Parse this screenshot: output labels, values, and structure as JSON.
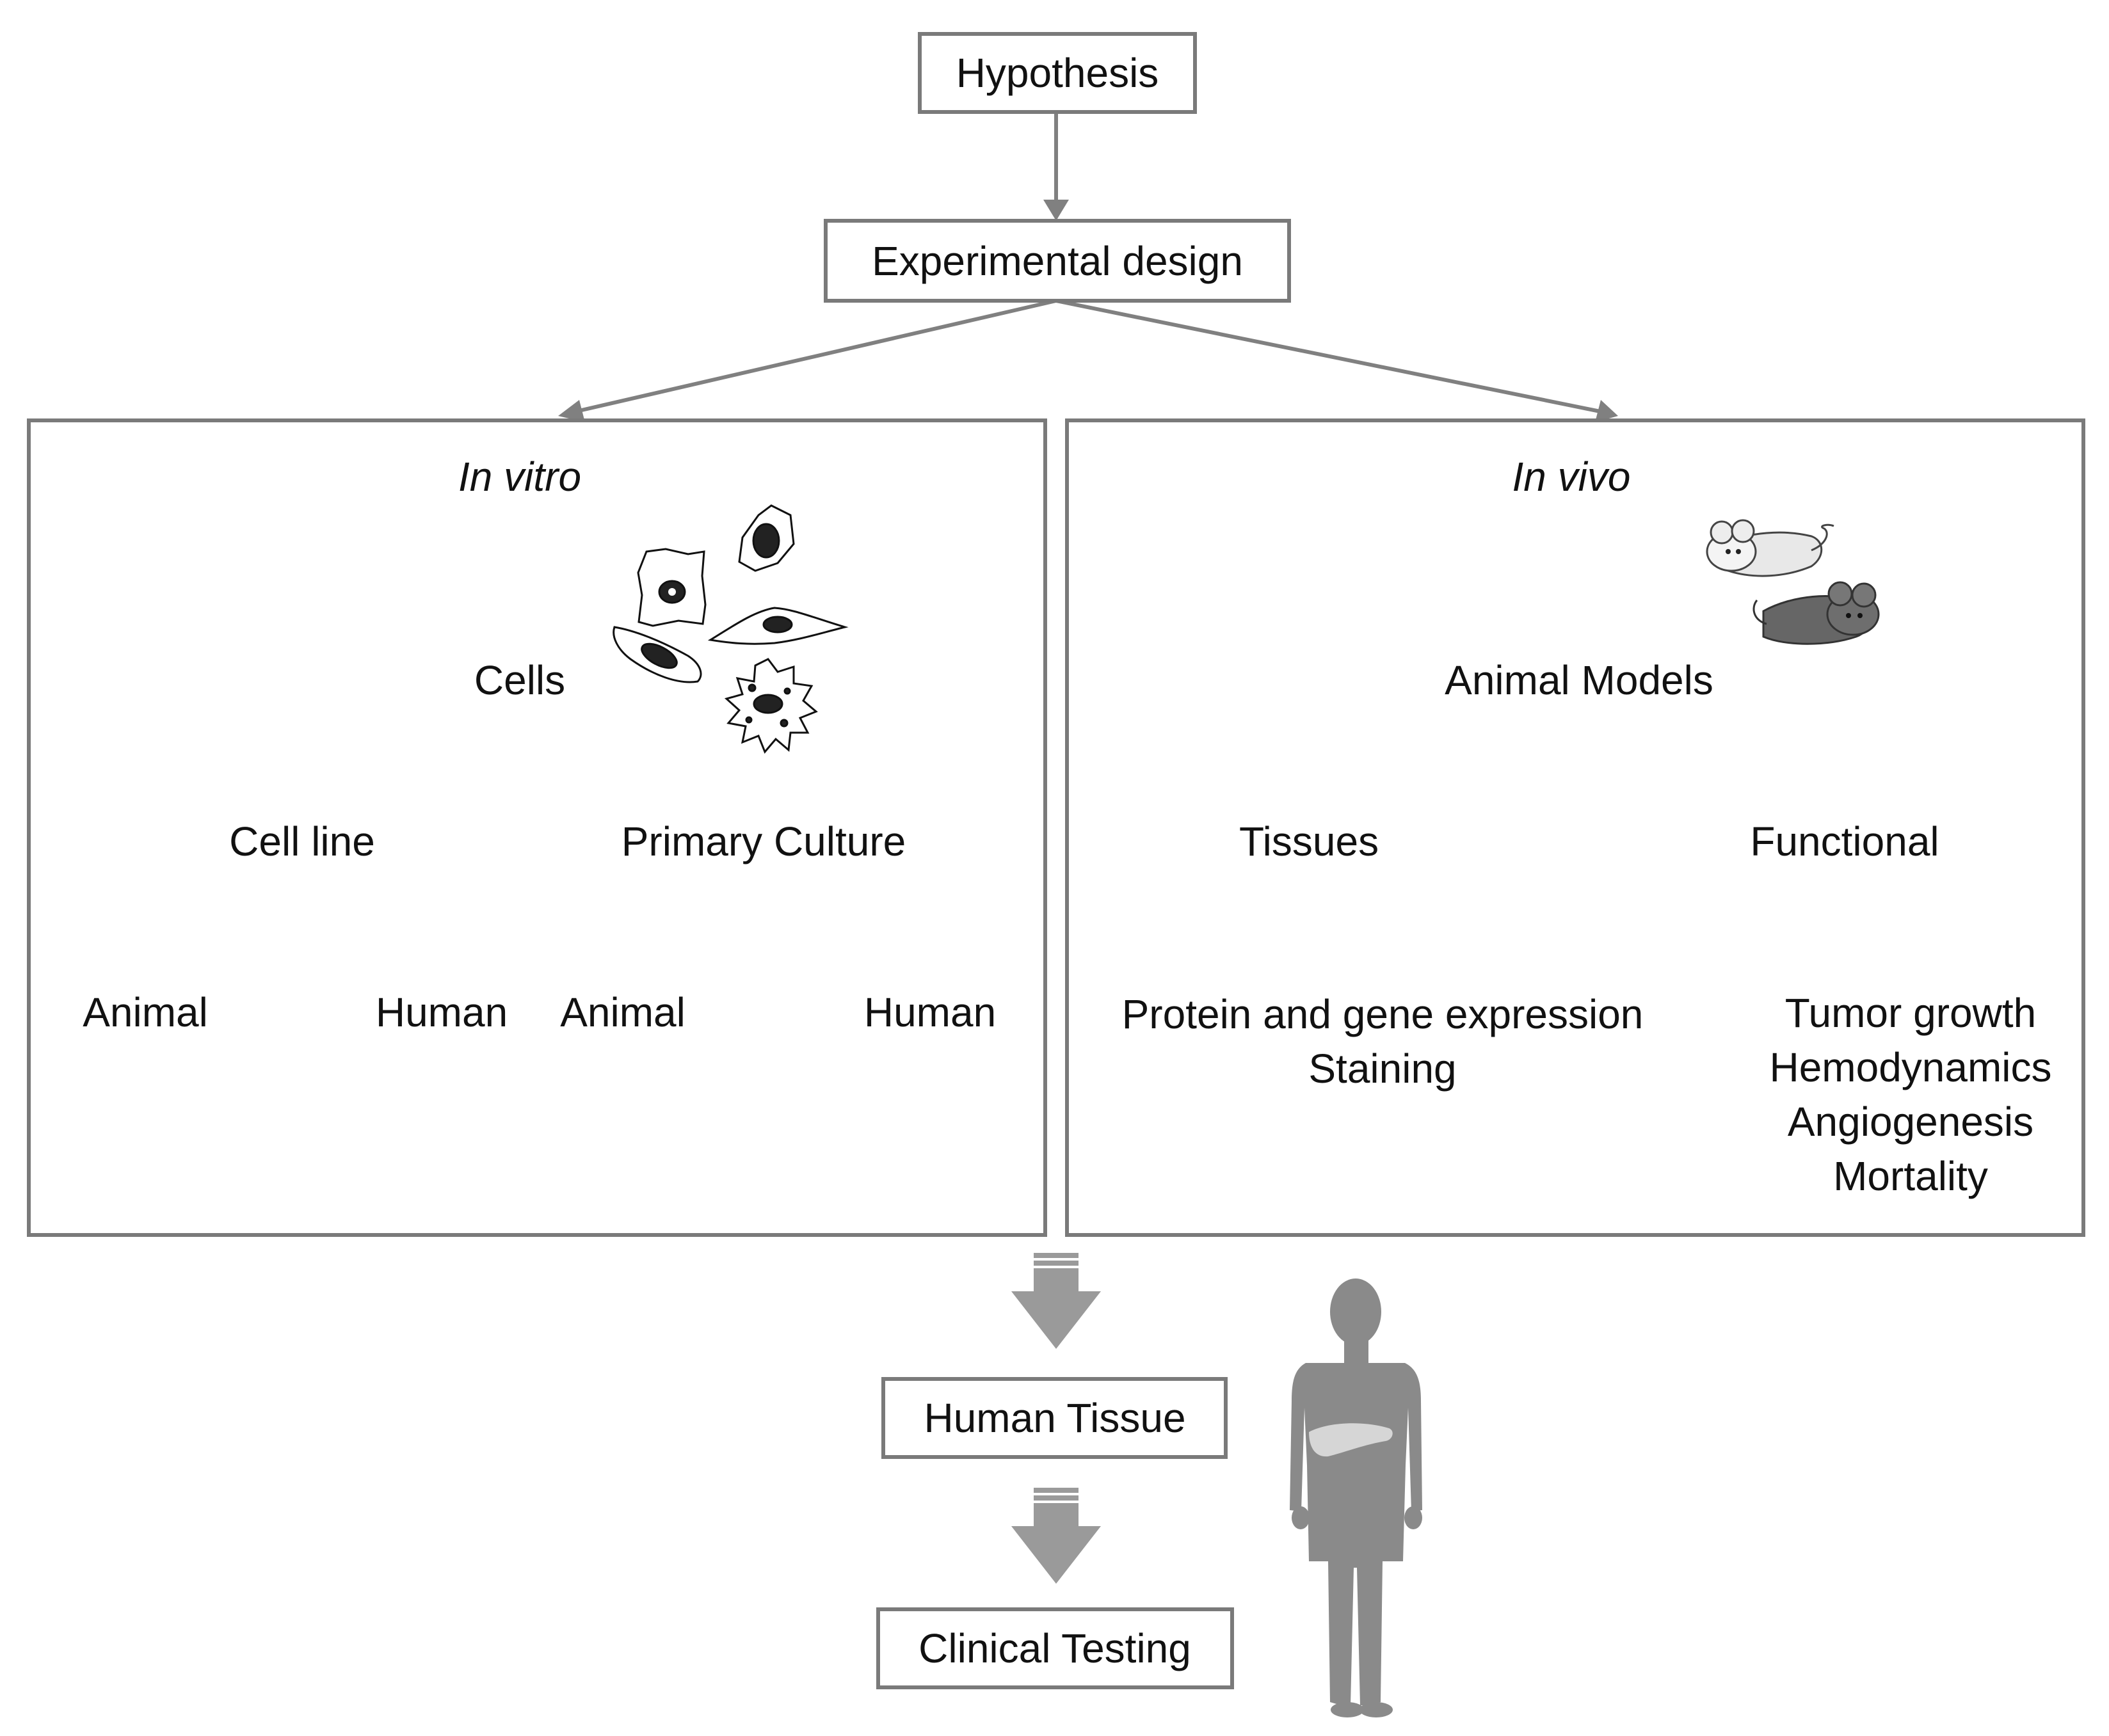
{
  "top": {
    "hypothesis": "Hypothesis",
    "experimental_design": "Experimental design"
  },
  "in_vitro": {
    "title": "In vitro",
    "cells": "Cells",
    "cell_line": "Cell line",
    "primary_culture": "Primary Culture",
    "cell_line_animal": "Animal",
    "cell_line_human": "Human",
    "primary_animal": "Animal",
    "primary_human": "Human"
  },
  "in_vivo": {
    "title": "In vivo",
    "animal_models": "Animal Models",
    "tissues": "Tissues",
    "functional": "Functional",
    "tissues_outcomes": [
      "Protein and gene expression",
      "Staining"
    ],
    "functional_outcomes": [
      "Tumor growth",
      "Hemodynamics",
      "Angiogenesis",
      "Mortality"
    ]
  },
  "bottom": {
    "human_tissue": "Human Tissue",
    "clinical_testing": "Clinical Testing"
  },
  "colors": {
    "arrow": "#808080",
    "box_border": "#7a7a7a",
    "big_arrow": "#9a9a9a",
    "human_silhouette": "#8a8a8a"
  },
  "icons": [
    "cells-icon",
    "mice-icon",
    "human-body-icon",
    "liver-icon"
  ]
}
